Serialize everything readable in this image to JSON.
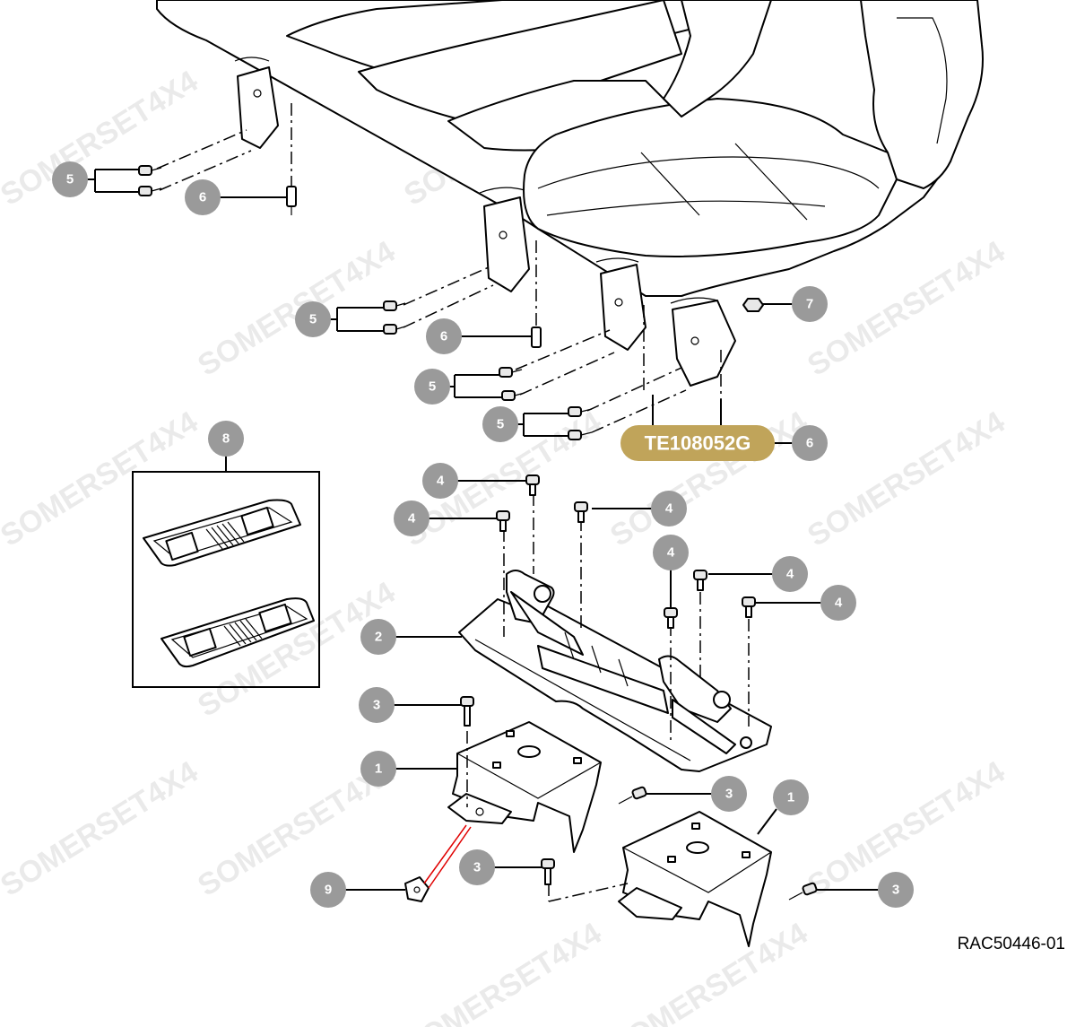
{
  "watermark": "SOMERSET4X4",
  "reference_code": "RAC50446-01",
  "highlighted_part": {
    "label": "TE108052G",
    "callout": "6",
    "color": "#c0a45a"
  },
  "callouts": {
    "c1a": "1",
    "c1b": "1",
    "c2": "2",
    "c3a": "3",
    "c3b": "3",
    "c3c": "3",
    "c3d": "3",
    "c4a": "4",
    "c4b": "4",
    "c4c": "4",
    "c4d": "4",
    "c4e": "4",
    "c4f": "4",
    "c5a": "5",
    "c5b": "5",
    "c5c": "5",
    "c5d": "5",
    "c6a": "6",
    "c6b": "6",
    "c7": "7",
    "c8": "8",
    "c9": "9"
  },
  "colors": {
    "callout": "#9a9a9a",
    "highlight": "#c0a45a",
    "pointer_red": "#e00000"
  }
}
